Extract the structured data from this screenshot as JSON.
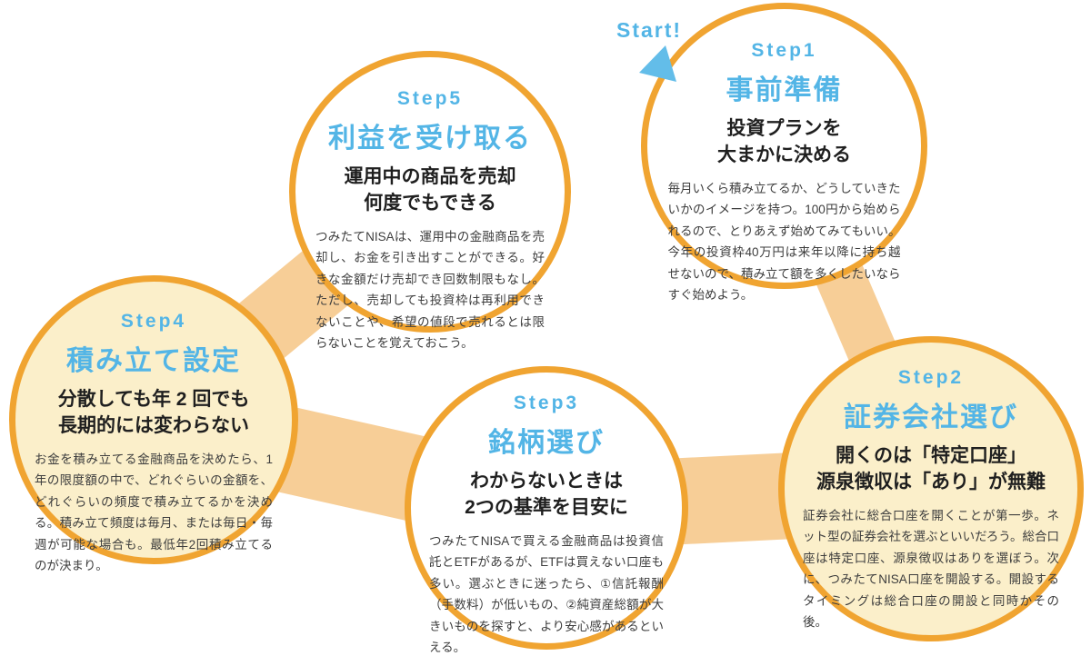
{
  "palette": {
    "orange": "#F0A431",
    "band": "#F7CE97",
    "cream": "#FBEFCA",
    "blue": "#53B5E6",
    "arrow_blue": "#63BDE9",
    "text_dark": "#333333"
  },
  "start": {
    "label": "Start!"
  },
  "steps": [
    {
      "label": "Step1",
      "title": "事前準備",
      "subtitle_lines": [
        "投資プランを",
        "大まかに決める"
      ],
      "body": "毎月いくら積み立てるか、どうしていきたいかのイメージを持つ。100円から始められるので、とりあえず始めてみてもいい。今年の投資枠40万円は来年以降に持ち越せないので、積み立て額を多くしたいならすぐ始めよう。"
    },
    {
      "label": "Step2",
      "title": "証券会社選び",
      "subtitle_lines": [
        "開くのは「特定口座」",
        "源泉徴収は「あり」が無難"
      ],
      "body": "証券会社に総合口座を開くことが第一歩。ネット型の証券会社を選ぶといいだろう。総合口座は特定口座、源泉徴収はありを選ぼう。次に、つみたてNISA口座を開設する。開設するタイミングは総合口座の開設と同時かその後。"
    },
    {
      "label": "Step3",
      "title": "銘柄選び",
      "subtitle_lines": [
        "わからないときは",
        "2つの基準を目安に"
      ],
      "body": "つみたてNISAで買える金融商品は投資信託とETFがあるが、ETFは買えない口座も多い。選ぶときに迷ったら、①信託報酬（手数料）が低いもの、②純資産総額が大きいものを探すと、より安心感があるといえる。"
    },
    {
      "label": "Step4",
      "title": "積み立て設定",
      "subtitle_lines": [
        "分散しても年 2 回でも",
        "長期的には変わらない"
      ],
      "body": "お金を積み立てる金融商品を決めたら、1年の限度額の中で、どれぐらいの金額を、どれぐらいの頻度で積み立てるかを決める。積み立て頻度は毎月、または毎日・毎週が可能な場合も。最低年2回積み立てるのが決まり。"
    },
    {
      "label": "Step5",
      "title": "利益を受け取る",
      "subtitle_lines": [
        "運用中の商品を売却",
        "何度でもできる"
      ],
      "body": "つみたてNISAは、運用中の金融商品を売却し、お金を引き出すことができる。好きな金額だけ売却でき回数制限もなし。ただし、売却しても投資枠は再利用できないことや、希望の値段で売れるとは限らないことを覚えておこう。"
    }
  ]
}
